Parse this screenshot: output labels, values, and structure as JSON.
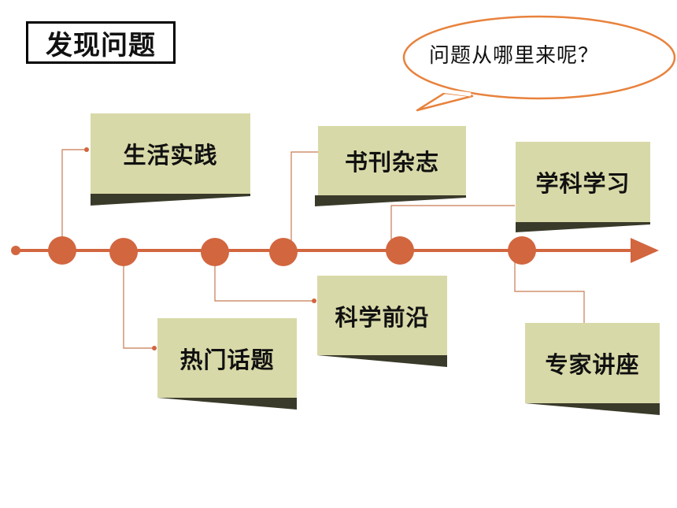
{
  "title": "发现问题",
  "bubble": "问题从哪里来呢？",
  "sources": {
    "life": "生活实践",
    "hot": "热门话题",
    "frontier": "科学前沿",
    "books": "书刊杂志",
    "study": "学科学习",
    "lecture": "专家讲座"
  },
  "colors": {
    "accent": "#d2663f",
    "card": "#d8d9a8",
    "bubble_border": "#e8823c",
    "connector": "#c87a52"
  }
}
